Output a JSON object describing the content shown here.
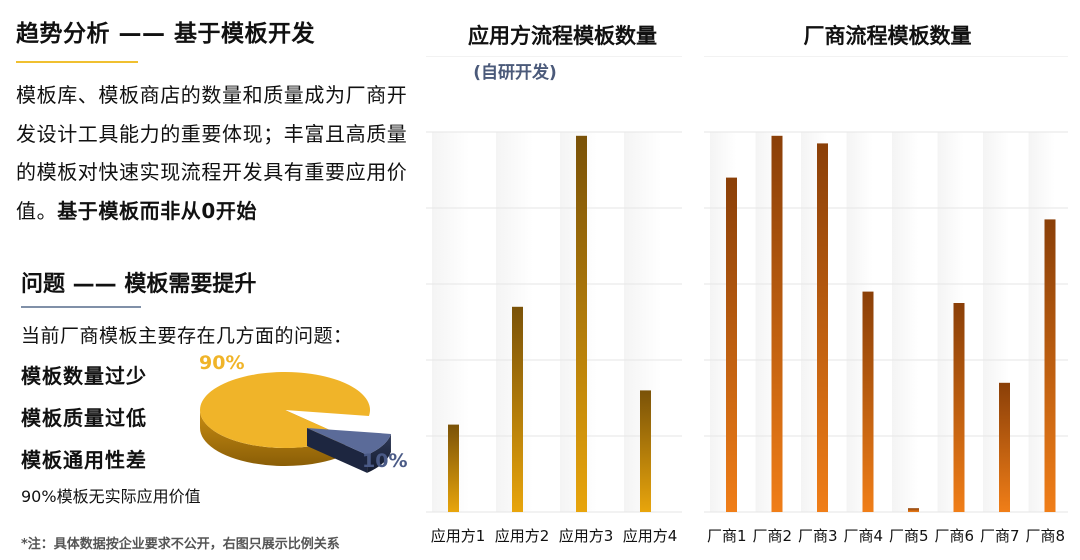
{
  "left": {
    "heading1": "趋势分析 —— 基于模板开发",
    "paragraph_plain": "模板库、模板商店的数量和质量成为厂商开发设计工具能力的重要体现；丰富且高质量的模板对快速实现流程开发具有重要应用价值。",
    "paragraph_emphasis": "基于模板而非从0开始",
    "heading2": "问题 —— 模板需要提升",
    "intro": "当前厂商模板主要存在几方面的问题：",
    "issues": [
      "模板数量过少",
      "模板质量过低",
      "模板通用性差"
    ],
    "note": "90%模板无实际应用价值",
    "footnote": "*注：具体数据按企业要求不公开，右图只展示比例关系"
  },
  "pie_labels": {
    "major": "90%",
    "minor": "10%"
  },
  "colors": {
    "gold": "#f0b429",
    "slate": "#5b6b99",
    "bar1_top": "#7a5208",
    "bar1_bottom": "#e8a50c",
    "bar2_top": "#8a3f08",
    "bar2_bottom": "#f07e18"
  },
  "chart_data": [
    {
      "type": "pie",
      "slices": [
        {
          "label": "90%",
          "value": 90
        },
        {
          "label": "10%",
          "value": 10
        }
      ]
    },
    {
      "type": "bar",
      "title": "应用方流程模板数量",
      "subtitle": "(自研开发)",
      "categories": [
        "应用方1",
        "应用方2",
        "应用方3",
        "应用方4"
      ],
      "values": [
        23,
        54,
        99,
        32
      ],
      "ylim": [
        0,
        100
      ],
      "grid": true
    },
    {
      "type": "bar",
      "title": "厂商流程模板数量",
      "categories": [
        "厂商1",
        "厂商2",
        "厂商3",
        "厂商4",
        "厂商5",
        "厂商6",
        "厂商7",
        "厂商8"
      ],
      "values": [
        88,
        99,
        97,
        58,
        1,
        55,
        34,
        77
      ],
      "ylim": [
        0,
        100
      ],
      "grid": true
    }
  ]
}
